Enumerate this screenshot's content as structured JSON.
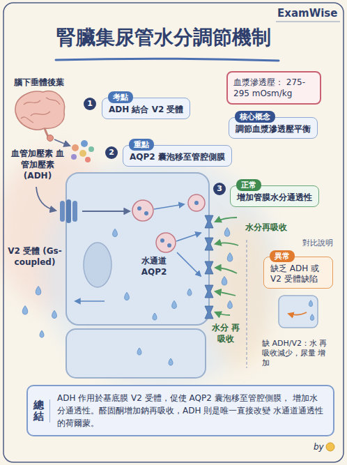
{
  "diagram": {
    "title": "腎臟集尿管水分調節機制",
    "nodes": [
      {
        "text": [
          "1"
        ]
      },
      {
        "text": [
          "考點",
          "ADH 結合 V2 受體"
        ]
      },
      {
        "text": [
          "血漿滲透壓： 275-295 mOsm/kg"
        ]
      },
      {
        "text": [
          "核心概念",
          "調節血漿滲透壓平衡"
        ]
      },
      {
        "text": [
          "2"
        ]
      },
      {
        "text": [
          "重點",
          "AQP2 囊泡移至管腔側膜"
        ]
      },
      {
        "text": [
          "3"
        ]
      },
      {
        "text": [
          "正常",
          "增加管膜水分通透性"
        ]
      },
      {
        "text": [
          "異常",
          "缺乏 ADH 或 V2 受體缺陷"
        ]
      },
      {
        "text": [
          "總結",
          "ADH 作用於基底膜 V2 受體，促使 AQP2 囊泡移至管腔側膜， 增加水分通透性。醛固酮增加鈉再吸收，ADH 則是唯一直接改變 水通道通透性的荷爾蒙。"
        ]
      }
    ],
    "labels": [
      "ExamWise",
      "腦下垂體後葉",
      "血管加壓素 血管加壓素 (ADH)",
      "V2 受體 (Gs-coupled)",
      "水通道 AQP2",
      "水分再吸收",
      "水分 再吸收",
      "對比說明",
      "缺 ADH/V2：水 再吸收減少，尿量 增加",
      "by"
    ]
  }
}
